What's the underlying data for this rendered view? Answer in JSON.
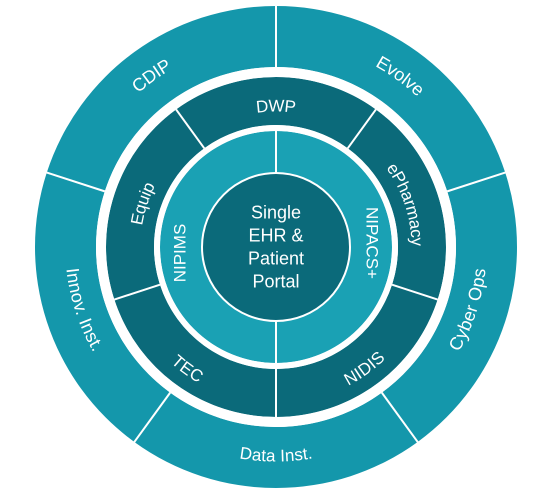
{
  "diagram": {
    "center": {
      "lines": [
        "Single",
        "EHR &",
        "Patient",
        "Portal"
      ]
    },
    "inner_ring": [
      {
        "id": "nipims",
        "label": "NIPIMS"
      },
      {
        "id": "nipacs",
        "label": "NIPACS+"
      }
    ],
    "middle_ring": [
      {
        "id": "dwp",
        "label": "DWP"
      },
      {
        "id": "epharmacy",
        "label": "ePharmacy"
      },
      {
        "id": "nidis",
        "label": "NIDIS"
      },
      {
        "id": "tec",
        "label": "TEC"
      },
      {
        "id": "equip",
        "label": "Equip"
      }
    ],
    "outer_ring": [
      {
        "id": "cdip",
        "label": "CDIP"
      },
      {
        "id": "evolve",
        "label": "Evolve"
      },
      {
        "id": "cyber-ops",
        "label": "Cyber Ops"
      },
      {
        "id": "data-inst",
        "label": "Data Inst."
      },
      {
        "id": "innov-inst",
        "label": "Innov. Inst."
      }
    ],
    "colors": {
      "outer": "#1497ab",
      "middle": "#0b6a7a",
      "inner": "#1aa1b4",
      "center": "#0b6a7a",
      "divider": "#ffffff"
    }
  }
}
